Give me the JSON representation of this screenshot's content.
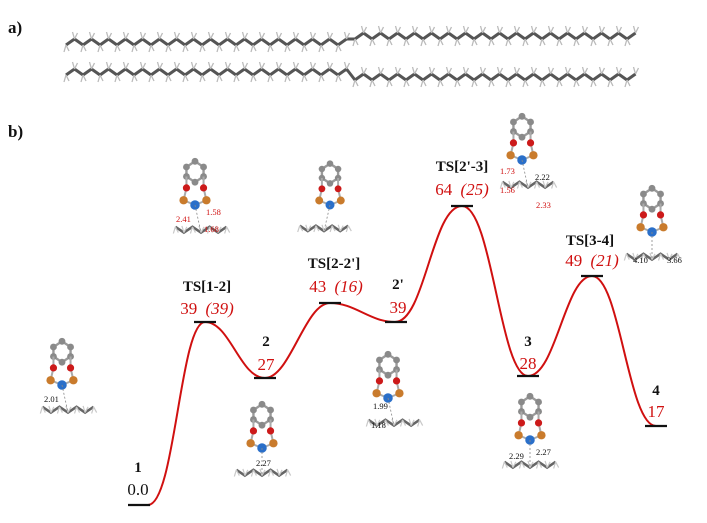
{
  "panels": {
    "a": "a)",
    "b": "b)"
  },
  "colors": {
    "profile": "#d01010",
    "carbon": "#8a8a8a",
    "oxygen": "#cc1a1a",
    "boron": "#c97b2c",
    "metal": "#2a6fc9",
    "hydrogen": "#d8d8d8",
    "level": "#111111"
  },
  "states": [
    {
      "id": "1",
      "name": "1",
      "energy": "0.0",
      "paren": "",
      "energy_color": "black"
    },
    {
      "id": "TS12",
      "name": "TS[1-2]",
      "energy": "39",
      "paren": "(39)",
      "energy_color": "red"
    },
    {
      "id": "2",
      "name": "2",
      "energy": "27",
      "paren": "",
      "energy_color": "red"
    },
    {
      "id": "TS22p",
      "name": "TS[2-2']",
      "energy": "43",
      "paren": "(16)",
      "energy_color": "red"
    },
    {
      "id": "2p",
      "name": "2'",
      "energy": "39",
      "paren": "",
      "energy_color": "red"
    },
    {
      "id": "TS2p3",
      "name": "TS[2'-3]",
      "energy": "64",
      "paren": "(25)",
      "energy_color": "red"
    },
    {
      "id": "3",
      "name": "3",
      "energy": "28",
      "paren": "",
      "energy_color": "red"
    },
    {
      "id": "TS34",
      "name": "TS[3-4]",
      "energy": "49",
      "paren": "(21)",
      "energy_color": "red"
    },
    {
      "id": "4",
      "name": "4",
      "energy": "17",
      "paren": "",
      "energy_color": "red"
    }
  ],
  "distances": {
    "s1": [
      "2.01"
    ],
    "ts12": [
      "2.41",
      "1.58",
      "1.68"
    ],
    "s2": [
      "2.27"
    ],
    "s2p": [
      "1.99",
      "1.18"
    ],
    "ts2p3": [
      "1.73",
      "2.22",
      "1.56",
      "2.33"
    ],
    "s3": [
      "2.29",
      "2.27"
    ],
    "ts34": [
      "4.10",
      "3.66"
    ]
  }
}
